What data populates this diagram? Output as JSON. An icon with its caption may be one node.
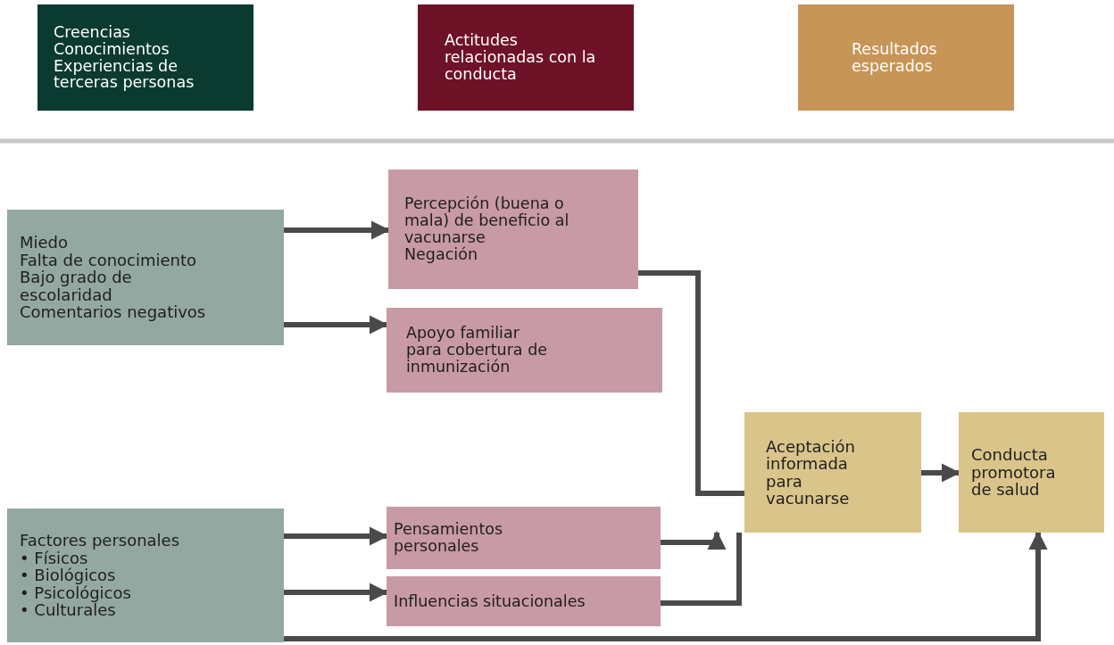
{
  "diagram": {
    "nodes": [
      {
        "text": [
          "Creencias",
          "Conocimientos",
          "Experiencias de terceras personas"
        ]
      },
      {
        "text": [
          "Actitudes relacionadas con la conducta"
        ]
      },
      {
        "text": [
          "Resultados esperados"
        ]
      },
      {
        "text": [
          "Miedo",
          "Falta de conocimiento",
          "Bajo grado de escolaridad",
          "Comentarios negativos"
        ]
      },
      {
        "text": [
          "Percepción (buena o mala) de beneficio al vacunarse",
          "Negación"
        ]
      },
      {
        "text": [
          "Apoyo familiar para cobertura de inmunización"
        ]
      },
      {
        "text": [
          "Factores personales",
          "• Físicos",
          "• Biológicos",
          "• Psicológicos",
          "• Culturales"
        ]
      },
      {
        "text": [
          "Pensamientos personales"
        ]
      },
      {
        "text": [
          "Influencias situacionales"
        ]
      },
      {
        "text": [
          "Aceptación informada para vacunarse"
        ]
      },
      {
        "text": [
          "Conducta promotora de salud"
        ]
      }
    ],
    "edges": [
      {
        "from": 3,
        "to": 4,
        "arrow": "to"
      },
      {
        "from": 3,
        "to": 5,
        "arrow": "to"
      },
      {
        "from": 6,
        "to": 7,
        "arrow": "to"
      },
      {
        "from": 6,
        "to": 8,
        "arrow": "to"
      },
      {
        "from": 4,
        "to": 9,
        "arrow": "none"
      },
      {
        "from": 7,
        "to": 9,
        "arrow": "to"
      },
      {
        "from": 8,
        "to": 9,
        "arrow": "none"
      },
      {
        "from": 9,
        "to": 10,
        "arrow": "to"
      },
      {
        "from": 6,
        "to": 10,
        "arrow": "to"
      }
    ]
  }
}
